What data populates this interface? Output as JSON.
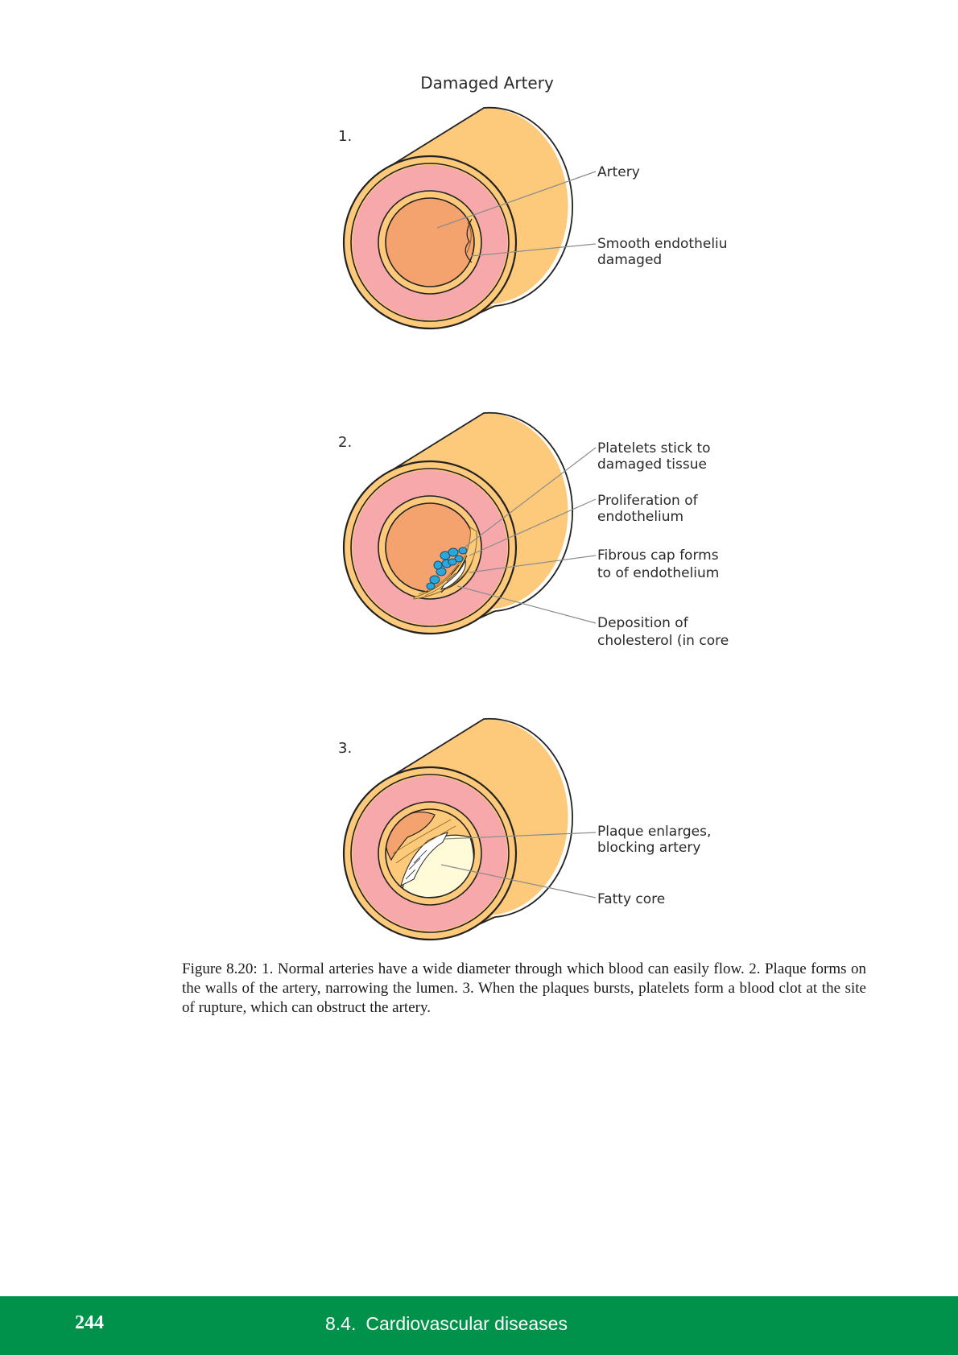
{
  "figure": {
    "title": "Damaged Artery",
    "panels": [
      {
        "number": "1.",
        "labels": [
          {
            "lines": [
              "Artery"
            ]
          },
          {
            "lines": [
              "Smooth endotheliu",
              "damaged"
            ]
          }
        ]
      },
      {
        "number": "2.",
        "labels": [
          {
            "lines": [
              "Platelets stick to",
              "damaged tissue"
            ]
          },
          {
            "lines": [
              "Proliferation of",
              "endothelium"
            ]
          },
          {
            "lines": [
              "Fibrous cap forms",
              "to of endothelium"
            ]
          },
          {
            "lines": [
              "Deposition of",
              "cholesterol (in core"
            ]
          }
        ]
      },
      {
        "number": "3.",
        "labels": [
          {
            "lines": [
              "Plaque enlarges,",
              "blocking artery"
            ]
          },
          {
            "lines": [
              "Fatty core"
            ]
          }
        ]
      }
    ]
  },
  "caption": "Figure 8.20: 1. Normal arteries have a wide diameter through which blood can easily flow. 2. Plaque forms on the walls of the artery, narrowing the lumen. 3. When the plaques bursts, platelets form a blood clot at the site of rupture, which can obstruct the artery.",
  "footer": {
    "page_number": "244",
    "section_number": "8.4.",
    "section_title": "Cardiovascular diseases"
  },
  "colors": {
    "outer_wall": "#fdc97a",
    "media": "#f6a8aa",
    "lumen": "#f4a36e",
    "outline": "#222222",
    "platelet": "#2aa8dc",
    "fatty_core": "#fffbd8",
    "footer_bar": "#00924a",
    "leader_line": "#8c8c8c"
  }
}
